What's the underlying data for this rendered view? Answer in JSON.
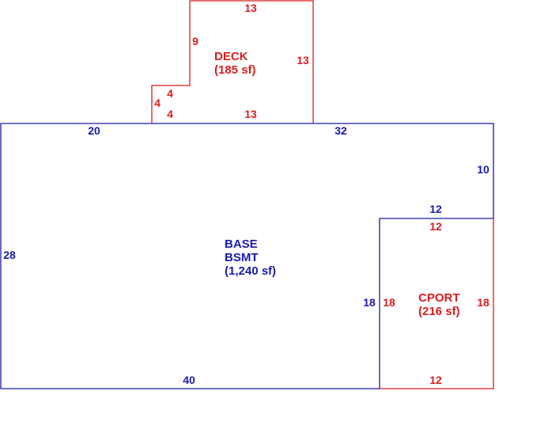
{
  "colors": {
    "base": "#1a1aaa",
    "addition": "#d81e1e",
    "background": "#ffffff"
  },
  "areas": {
    "base": {
      "lines": [
        "BASE",
        "BSMT",
        "(1,240 sf)"
      ]
    },
    "deck": {
      "lines": [
        "DECK",
        "(185 sf)"
      ]
    },
    "cport": {
      "lines": [
        "CPORT",
        "(216 sf)"
      ]
    }
  },
  "dimensions": {
    "base": {
      "top_left": "20",
      "top_right": "32",
      "right_upper": "10",
      "notch_top": "12",
      "notch_side": "18",
      "left": "28",
      "bottom": "40"
    },
    "deck": {
      "top": "13",
      "step_left": "9",
      "right": "13",
      "notch_horizontal": "4",
      "notch_vertical": "4",
      "bottom_left": "4",
      "bottom": "13"
    },
    "cport": {
      "top": "12",
      "left": "18",
      "right": "18",
      "bottom": "12"
    }
  }
}
